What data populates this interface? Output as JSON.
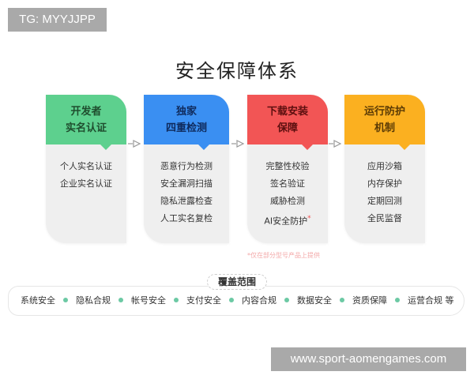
{
  "watermarks": {
    "top": "TG: MYYJJPP",
    "bottom": "www.sport-aomengames.com"
  },
  "title": "安全保障体系",
  "colors": {
    "green": "#5dd08e",
    "blue": "#3a8ff2",
    "red": "#f25555",
    "orange": "#fbb020",
    "card_bg": "#efefef",
    "dot": "#6cc9a4"
  },
  "cards": [
    {
      "head_line1": "开发者",
      "head_line2": "实名认证",
      "items": [
        "个人实名认证",
        "企业实名认证"
      ]
    },
    {
      "head_line1": "独家",
      "head_line2": "四重检测",
      "items": [
        "恶意行为检测",
        "安全漏洞扫描",
        "隐私泄露检查",
        "人工实名复检"
      ]
    },
    {
      "head_line1": "下载安装",
      "head_line2": "保障",
      "items": [
        "完整性校验",
        "签名验证",
        "威胁检测",
        "AI安全防护"
      ],
      "asterisk": "*"
    },
    {
      "head_line1": "运行防护",
      "head_line2": "机制",
      "items": [
        "应用沙箱",
        "内存保护",
        "定期回测",
        "全民监督"
      ]
    }
  ],
  "footnote": "*仅在部分型号产品上提供",
  "scope": {
    "label": "覆盖范围",
    "items": [
      "系统安全",
      "隐私合规",
      "帐号安全",
      "支付安全",
      "内容合规",
      "数据安全",
      "资质保障",
      "运营合规 等"
    ]
  }
}
